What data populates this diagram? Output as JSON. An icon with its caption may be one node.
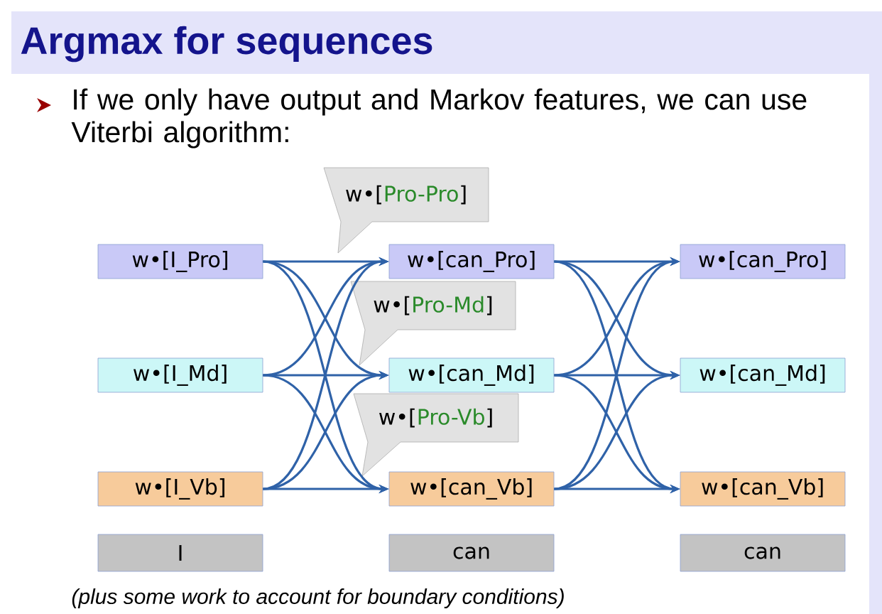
{
  "diagram": {
    "title": "Argmax for sequences",
    "nodes": [
      {
        "text": [
          "w•[I_Pro]"
        ]
      },
      {
        "text": [
          "w•[I_Md]"
        ]
      },
      {
        "text": [
          "w•[I_Vb]"
        ]
      },
      {
        "text": [
          "w•[can_Pro]"
        ]
      },
      {
        "text": [
          "w•[can_Md]"
        ]
      },
      {
        "text": [
          "w•[can_Vb]"
        ]
      },
      {
        "text": [
          "w•[can_Pro]"
        ]
      },
      {
        "text": [
          "w•[can_Md]"
        ]
      },
      {
        "text": [
          "w•[can_Vb]"
        ]
      },
      {
        "text": [
          "I"
        ]
      },
      {
        "text": [
          "can"
        ]
      },
      {
        "text": [
          "can"
        ]
      },
      {
        "text": [
          "w•[",
          "Pro-Pro",
          "]"
        ]
      },
      {
        "text": [
          "w•[",
          "Pro-Md",
          "]"
        ]
      },
      {
        "text": [
          "w•[",
          "Pro-Vb",
          "]"
        ]
      }
    ],
    "edges": [
      {
        "from": 0,
        "to": 3,
        "arrow": "to"
      },
      {
        "from": 0,
        "to": 4,
        "arrow": "to"
      },
      {
        "from": 0,
        "to": 5,
        "arrow": "to"
      },
      {
        "from": 1,
        "to": 3,
        "arrow": "to"
      },
      {
        "from": 1,
        "to": 4,
        "arrow": "to"
      },
      {
        "from": 1,
        "to": 5,
        "arrow": "to"
      },
      {
        "from": 2,
        "to": 3,
        "arrow": "to"
      },
      {
        "from": 2,
        "to": 4,
        "arrow": "to"
      },
      {
        "from": 2,
        "to": 5,
        "arrow": "to"
      },
      {
        "from": 3,
        "to": 6,
        "arrow": "to"
      },
      {
        "from": 3,
        "to": 7,
        "arrow": "to"
      },
      {
        "from": 3,
        "to": 8,
        "arrow": "to"
      },
      {
        "from": 4,
        "to": 6,
        "arrow": "to"
      },
      {
        "from": 4,
        "to": 7,
        "arrow": "to"
      },
      {
        "from": 4,
        "to": 8,
        "arrow": "to"
      },
      {
        "from": 5,
        "to": 6,
        "arrow": "to"
      },
      {
        "from": 5,
        "to": 7,
        "arrow": "to"
      },
      {
        "from": 5,
        "to": 8,
        "arrow": "to"
      }
    ],
    "labels": [
      "If we only have output and Markov features, we can use Viterbi algorithm:",
      "(plus some work to account for boundary conditions)"
    ]
  }
}
